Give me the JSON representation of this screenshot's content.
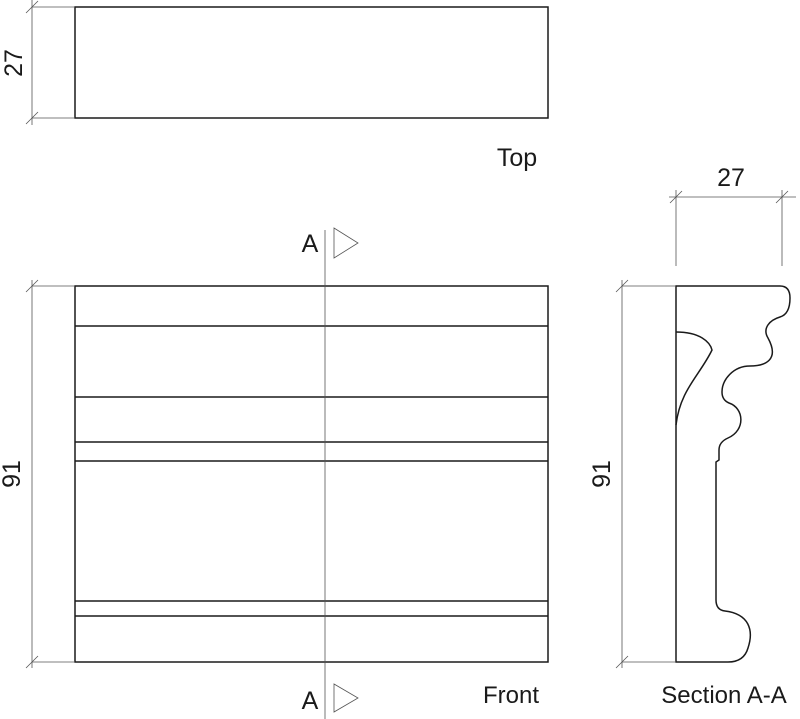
{
  "views": {
    "top": {
      "label": "Top",
      "dimension": "27"
    },
    "front": {
      "label": "Front",
      "dimension": "91",
      "section_marker": "A"
    },
    "section": {
      "label": "Section A-A",
      "width_dimension": "27",
      "height_dimension": "91"
    }
  }
}
